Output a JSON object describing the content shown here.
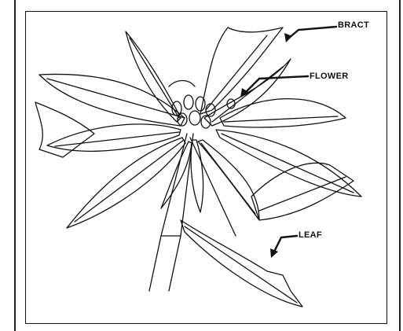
{
  "labels": {
    "bract": "BRACT",
    "flower": "FLOWER",
    "leaf": "LEAF"
  },
  "colors": {
    "ink": "#111111",
    "paper": "#ffffff"
  }
}
